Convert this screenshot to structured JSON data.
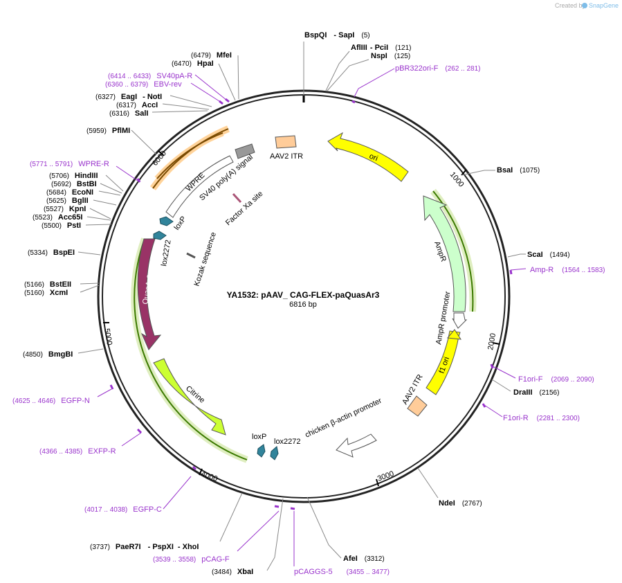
{
  "watermark": {
    "prefix": "Created by",
    "brand": "SnapGene"
  },
  "plasmid": {
    "name": "YA1532: pAAV_ CAG-FLEX-paQuasAr3",
    "length": "6816 bp"
  },
  "ticks": [
    "1000",
    "2000",
    "3000",
    "4000",
    "5000",
    "6000"
  ],
  "sites": [
    {
      "pos": "(5)",
      "names": [
        "BspQI",
        "- SapI"
      ]
    },
    {
      "pos": "(121)",
      "names": [
        "AflIII",
        "- PciI"
      ]
    },
    {
      "pos": "(125)",
      "names": [
        "NspI"
      ]
    },
    {
      "pos": "(1075)",
      "names": [
        "BsaI"
      ]
    },
    {
      "pos": "(1494)",
      "names": [
        "ScaI"
      ]
    },
    {
      "pos": "(2156)",
      "names": [
        "DraIII"
      ]
    },
    {
      "pos": "(2767)",
      "names": [
        "NdeI"
      ]
    },
    {
      "pos": "(3312)",
      "names": [
        "AfeI"
      ]
    },
    {
      "pos": "(3484)",
      "names": [
        "XbaI"
      ]
    },
    {
      "pos": "(3737)",
      "names": [
        "PaeR7I",
        "- PspXI",
        "- XhoI"
      ]
    },
    {
      "pos": "(4850)",
      "names": [
        "BmgBI"
      ]
    },
    {
      "pos": "(5160)",
      "names": [
        "XcmI"
      ]
    },
    {
      "pos": "(5166)",
      "names": [
        "BstEII"
      ]
    },
    {
      "pos": "(5334)",
      "names": [
        "BspEI"
      ]
    },
    {
      "pos": "(5500)",
      "names": [
        "PstI"
      ]
    },
    {
      "pos": "(5523)",
      "names": [
        "Acc65I"
      ]
    },
    {
      "pos": "(5527)",
      "names": [
        "KpnI"
      ]
    },
    {
      "pos": "(5625)",
      "names": [
        "BglII"
      ]
    },
    {
      "pos": "(5684)",
      "names": [
        "EcoNI"
      ]
    },
    {
      "pos": "(5692)",
      "names": [
        "BstBI"
      ]
    },
    {
      "pos": "(5706)",
      "names": [
        "HindIII"
      ]
    },
    {
      "pos": "(5959)",
      "names": [
        "PflMI"
      ]
    },
    {
      "pos": "(6316)",
      "names": [
        "SalI"
      ]
    },
    {
      "pos": "(6317)",
      "names": [
        "AccI"
      ]
    },
    {
      "pos": "(6327)",
      "names": [
        "EagI",
        "- NotI"
      ]
    },
    {
      "pos": "(6470)",
      "names": [
        "HpaI"
      ]
    },
    {
      "pos": "(6479)",
      "names": [
        "MfeI"
      ]
    }
  ],
  "primers": [
    {
      "name": "pBR322ori-F",
      "range": "(262 .. 281)"
    },
    {
      "name": "Amp-R",
      "range": "(1564 .. 1583)"
    },
    {
      "name": "F1ori-F",
      "range": "(2069 .. 2090)"
    },
    {
      "name": "F1ori-R",
      "range": "(2281 .. 2300)"
    },
    {
      "name": "pCAGGS-5",
      "range": "(3455 .. 3477)"
    },
    {
      "name": "pCAG-F",
      "range": "(3539 .. 3558)"
    },
    {
      "name": "EGFP-C",
      "range": "(4017 .. 4038)"
    },
    {
      "name": "EXFP-R",
      "range": "(4366 .. 4385)"
    },
    {
      "name": "EGFP-N",
      "range": "(4625 .. 4646)"
    },
    {
      "name": "WPRE-R",
      "range": "(5771 .. 5791)"
    },
    {
      "name": "EBV-rev",
      "range": "(6360 .. 6379)"
    },
    {
      "name": "SV40pA-R",
      "range": "(6414 .. 6433)"
    }
  ],
  "features": {
    "ori": "ori",
    "ampr": "AmpR",
    "ampr_promoter": "AmpR promoter",
    "f1_ori": "f1 ori",
    "aav2_itr_right": "AAV2 ITR",
    "cba_promoter": "chicken β-actin promoter",
    "loxp_bottom": "loxP",
    "lox2272_bottom": "lox2272",
    "citrine": "Citrine",
    "quasar2": "QuasAr2",
    "lox2272_left": "lox2272",
    "loxp_left": "loxP",
    "kozak": "Kozak sequence",
    "factor_xa": "Factor Xa site",
    "sv40": "SV40 poly(A) signal",
    "wpre": "WPRE",
    "aav2_itr_top": "AAV2 ITR"
  },
  "colors": {
    "ori": "#ffff00",
    "ampr": "#ccffcc",
    "itr": "#ffcc99",
    "quasar2": "#993366",
    "citrine": "#ccff33",
    "lox": "#31849b",
    "sv40": "#999999",
    "primer": "#9933cc",
    "highlight": "#ff9900"
  }
}
